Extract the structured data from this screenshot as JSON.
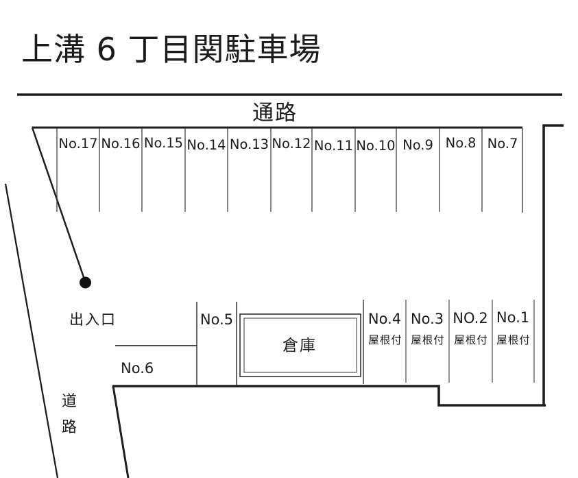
{
  "title": "上溝 6 丁目関駐車場",
  "labels": {
    "aisle": "通路",
    "entrance": "出入口",
    "road_char1": "道",
    "road_char2": "路",
    "warehouse": "倉庫"
  },
  "top_row": [
    {
      "label": "No.17"
    },
    {
      "label": "No.16"
    },
    {
      "label": "No.15"
    },
    {
      "label": "No.14"
    },
    {
      "label": "No.13"
    },
    {
      "label": "No.12"
    },
    {
      "label": "No.11"
    },
    {
      "label": "No.10"
    },
    {
      "label": "No.9"
    },
    {
      "label": "No.8"
    },
    {
      "label": "No.7"
    }
  ],
  "bottom_row": {
    "no6": {
      "label": "No.6"
    },
    "no5": {
      "label": "No.5"
    },
    "covered": [
      {
        "label": "No.4",
        "note": "屋根付"
      },
      {
        "label": "No.3",
        "note": "屋根付"
      },
      {
        "label": "NO.2",
        "note": "屋根付"
      },
      {
        "label": "No.1",
        "note": "屋根付"
      }
    ]
  },
  "colors": {
    "boundary_line": "#1e1e1e",
    "divider_line": "#3f3f3f",
    "text": "#1b1b1b",
    "background": "#ffffff"
  }
}
